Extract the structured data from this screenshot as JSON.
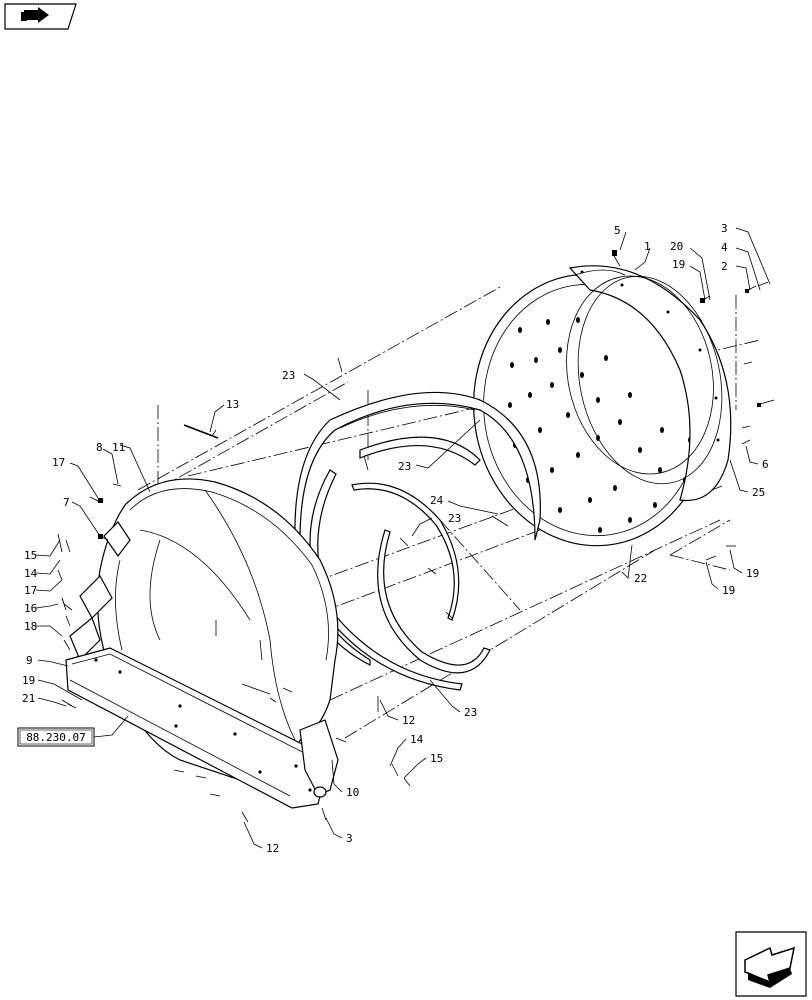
{
  "navigation": {
    "back_icon": "return-arrow-icon",
    "next_icon": "continue-arrow-icon"
  },
  "reference_box": {
    "label": "88.230.07"
  },
  "callouts": [
    {
      "id": "c5",
      "text": "5"
    },
    {
      "id": "c1",
      "text": "1"
    },
    {
      "id": "c20",
      "text": "20"
    },
    {
      "id": "c19a",
      "text": "19"
    },
    {
      "id": "c3a",
      "text": "3"
    },
    {
      "id": "c4",
      "text": "4"
    },
    {
      "id": "c2",
      "text": "2"
    },
    {
      "id": "c23a",
      "text": "23"
    },
    {
      "id": "c13",
      "text": "13"
    },
    {
      "id": "c8",
      "text": "8"
    },
    {
      "id": "c11",
      "text": "11"
    },
    {
      "id": "c17a",
      "text": "17"
    },
    {
      "id": "c23b",
      "text": "23"
    },
    {
      "id": "c6",
      "text": "6"
    },
    {
      "id": "c7",
      "text": "7"
    },
    {
      "id": "c24",
      "text": "24"
    },
    {
      "id": "c25",
      "text": "25"
    },
    {
      "id": "c23c",
      "text": "23"
    },
    {
      "id": "c15a",
      "text": "15"
    },
    {
      "id": "c14a",
      "text": "14"
    },
    {
      "id": "c17b",
      "text": "17"
    },
    {
      "id": "c16",
      "text": "16"
    },
    {
      "id": "c19b",
      "text": "19"
    },
    {
      "id": "c22",
      "text": "22"
    },
    {
      "id": "c19c",
      "text": "19"
    },
    {
      "id": "c18",
      "text": "18"
    },
    {
      "id": "c9",
      "text": "9"
    },
    {
      "id": "c19d",
      "text": "19"
    },
    {
      "id": "c21",
      "text": "21"
    },
    {
      "id": "c23d",
      "text": "23"
    },
    {
      "id": "c12a",
      "text": "12"
    },
    {
      "id": "c14b",
      "text": "14"
    },
    {
      "id": "c15b",
      "text": "15"
    },
    {
      "id": "c10",
      "text": "10"
    },
    {
      "id": "c3b",
      "text": "3"
    },
    {
      "id": "c12b",
      "text": "12"
    }
  ]
}
